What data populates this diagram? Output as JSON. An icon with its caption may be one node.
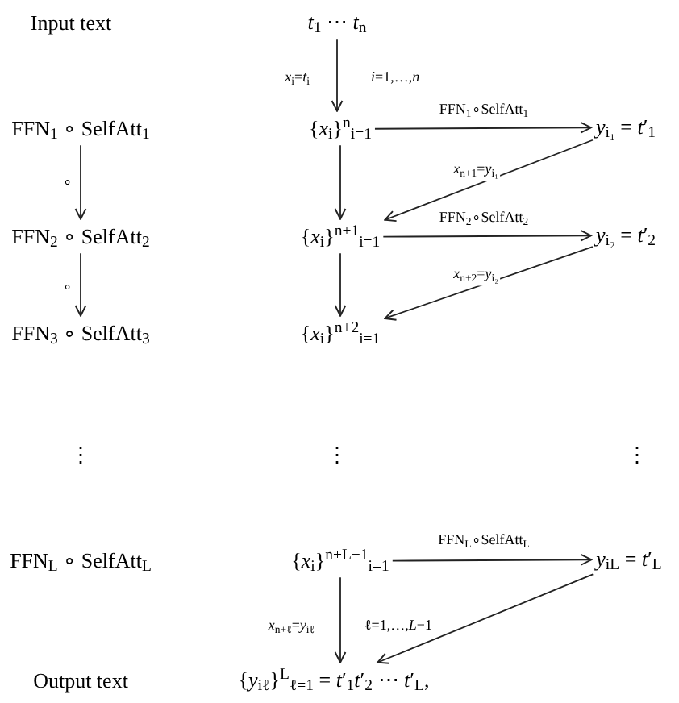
{
  "diagram": {
    "nodes": [
      {
        "text": [
          "*t*$_{1}$ ⋯ *t*$_{n}$"
        ]
      },
      {
        "text": [
          "{*x*$_{i}$}$^{n}$$_{i=1}$"
        ]
      },
      {
        "text": [
          "*y*$_{i₁}$ = *t*′$_{1}$"
        ]
      },
      {
        "text": [
          "{*x*$_{i}$}$^{n+1}$$_{i=1}$"
        ]
      },
      {
        "text": [
          "*y*$_{i₂}$ = *t*′$_{2}$"
        ]
      },
      {
        "text": [
          "{*x*$_{i}$}$^{n+2}$$_{i=1}$"
        ]
      },
      {
        "text": [
          "{*x*$_{i}$}$^{n+L−1}$$_{i=1}$"
        ]
      },
      {
        "text": [
          "*y*$_{iL}$ = *t*′$_{L}$"
        ]
      },
      {
        "text": [
          "{*y*$_{iℓ}$}$^{L}$$_{ℓ=1}$ = *t*′$_{1}$*t*′$_{2}$ ⋯ *t*′$_{L}$,"
        ]
      },
      {
        "text": [
          "FFN$_{1}$ ∘ SelfAtt$_{1}$"
        ]
      },
      {
        "text": [
          "FFN$_{2}$ ∘ SelfAtt$_{2}$"
        ]
      },
      {
        "text": [
          "FFN$_{3}$ ∘ SelfAtt$_{3}$"
        ]
      },
      {
        "text": [
          "FFN$_{L}$ ∘ SelfAtt$_{L}$"
        ]
      }
    ],
    "edges": [
      {
        "from": 0,
        "to": 1,
        "arrow": "to",
        "label": "*x*$_{i}$=*t*$_{i}$"
      },
      {
        "from": 1,
        "to": 2,
        "arrow": "to",
        "label": "FFN$_{1}$∘SelfAtt$_{1}$"
      },
      {
        "from": 2,
        "to": 3,
        "arrow": "to",
        "label": "*x*$_{n+1}$=*y*$_{i₁}$"
      },
      {
        "from": 1,
        "to": 3,
        "arrow": "to"
      },
      {
        "from": 3,
        "to": 4,
        "arrow": "to",
        "label": "FFN$_{2}$∘SelfAtt$_{2}$"
      },
      {
        "from": 4,
        "to": 5,
        "arrow": "to",
        "label": "*x*$_{n+2}$=*y*$_{i₂}$"
      },
      {
        "from": 3,
        "to": 5,
        "arrow": "to"
      },
      {
        "from": 9,
        "to": 10,
        "arrow": "to",
        "label": "∘"
      },
      {
        "from": 10,
        "to": 11,
        "arrow": "to",
        "label": "∘"
      },
      {
        "from": 6,
        "to": 7,
        "arrow": "to",
        "label": "FFN$_{L}$∘SelfAtt$_{L}$"
      },
      {
        "from": 6,
        "to": 8,
        "arrow": "to",
        "label": "*x*$_{n+ℓ}$=*y*$_{iℓ}$"
      },
      {
        "from": 7,
        "to": 8,
        "arrow": "to"
      }
    ],
    "labels": [
      "Input text",
      "*i*=1,…,*n*",
      "⋮",
      "⋮",
      "⋮",
      "ℓ=1,…,*L*−1",
      "Output text"
    ]
  }
}
